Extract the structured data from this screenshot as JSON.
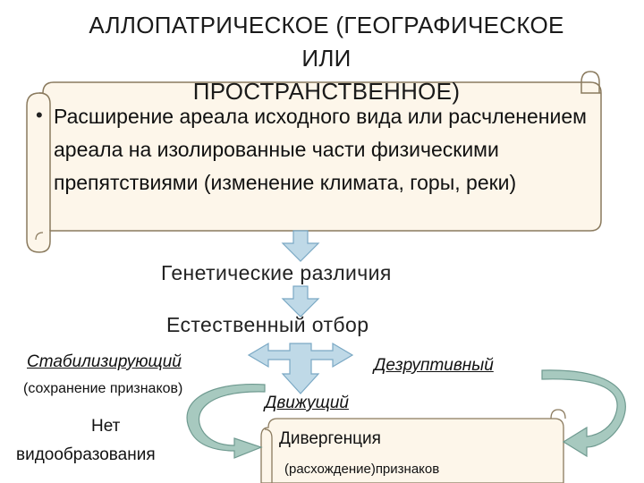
{
  "title": {
    "line1": "АЛЛОПАТРИЧЕСКОЕ (ГЕОГРАФИЧЕСКОЕ",
    "line2": "ИЛИ",
    "line3": "ПРОСТРАНСТВЕННОЕ)"
  },
  "scroll_text": "Расширение ареала исходного вида или расчленением ареала на изолированные части физическими препятствиями (изменение климата, горы, реки)",
  "genetic_differences": "Генетические различия",
  "natural_selection": "Естественный отбор",
  "stabilizing": "Стабилизирующий",
  "stabilizing_note": "(сохранение признаков)",
  "disruptive": "Дезруптивный",
  "driving": "Движущий",
  "no_speciation_1": "Нет",
  "no_speciation_2": "видообразования",
  "divergence": "Дивергенция",
  "divergence_note": "(расхождение)признаков",
  "colors": {
    "scroll_fill": "#fdf6ea",
    "scroll_stroke": "#8a7a5e",
    "arrow_fill": "#bfd9e7",
    "arrow_stroke": "#7aa8c4",
    "curve_fill": "#a7c9bf",
    "curve_stroke": "#6f9a90"
  }
}
